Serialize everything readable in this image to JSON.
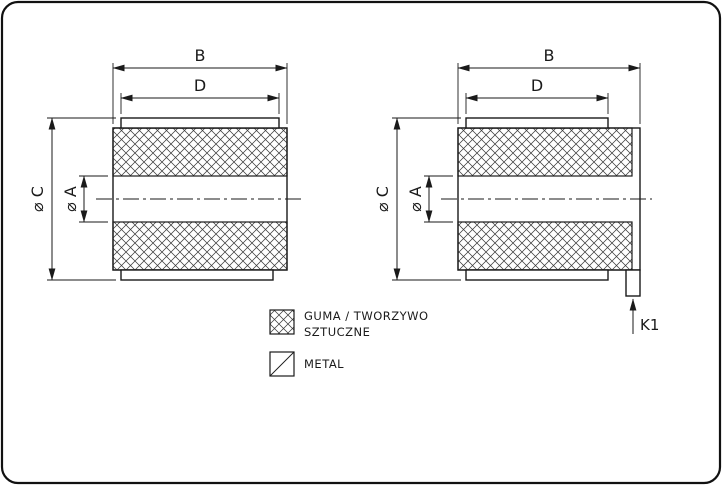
{
  "views": {
    "left": {
      "b": "B",
      "d": "D",
      "c": "⌀ C",
      "a": "⌀ A"
    },
    "right": {
      "b": "B",
      "d": "D",
      "c": "⌀ C",
      "a": "⌀ A",
      "k1": "K1"
    }
  },
  "legend": {
    "rubber": {
      "line1": "GUMA / TWORZYWO",
      "line2": "SZTUCZNE"
    },
    "metal": {
      "line1": "METAL"
    }
  },
  "colors": {
    "line": "#1a1a1a",
    "background": "#ffffff"
  }
}
